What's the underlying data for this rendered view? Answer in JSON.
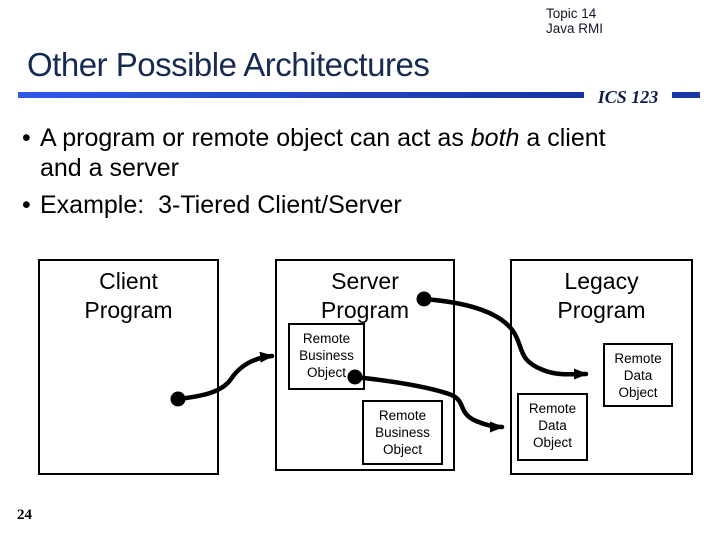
{
  "slide": {
    "corner_note": {
      "line1": "Topic 14",
      "line2": "Java RMI"
    },
    "title": "Other Possible Architectures",
    "course_badge": "ICS 123",
    "bullets": {
      "marker": "•",
      "b1_line1_pre": "A program or remote object can act as ",
      "b1_italic": "both",
      "b1_line1_post": " a client",
      "b1_line2": "and a server",
      "b2": "Example:  3-Tiered Client/Server"
    },
    "page_number": "24"
  },
  "diagram": {
    "client_box": {
      "line1": "Client",
      "line2": "Program"
    },
    "server_box": {
      "line1": "Server",
      "line2": "Program"
    },
    "legacy_box": {
      "line1": "Legacy",
      "line2": "Program"
    },
    "remote_business_1": {
      "line1": "Remote",
      "line2": "Business",
      "line3": "Object"
    },
    "remote_business_2": {
      "line1": "Remote",
      "line2": "Business",
      "line3": "Object"
    },
    "remote_data_1": {
      "line1": "Remote",
      "line2": "Data",
      "line3": "Object"
    },
    "remote_data_2": {
      "line1": "Remote",
      "line2": "Data",
      "line3": "Object"
    }
  },
  "colors": {
    "title_text": "#172a52",
    "rule_gradient_left": "#2e59e8",
    "rule_gradient_right": "#1533a6",
    "rule_small": "#1a36ac",
    "badge_text": "#0d1c49",
    "body_text": "#000000",
    "connector": "#000000"
  }
}
